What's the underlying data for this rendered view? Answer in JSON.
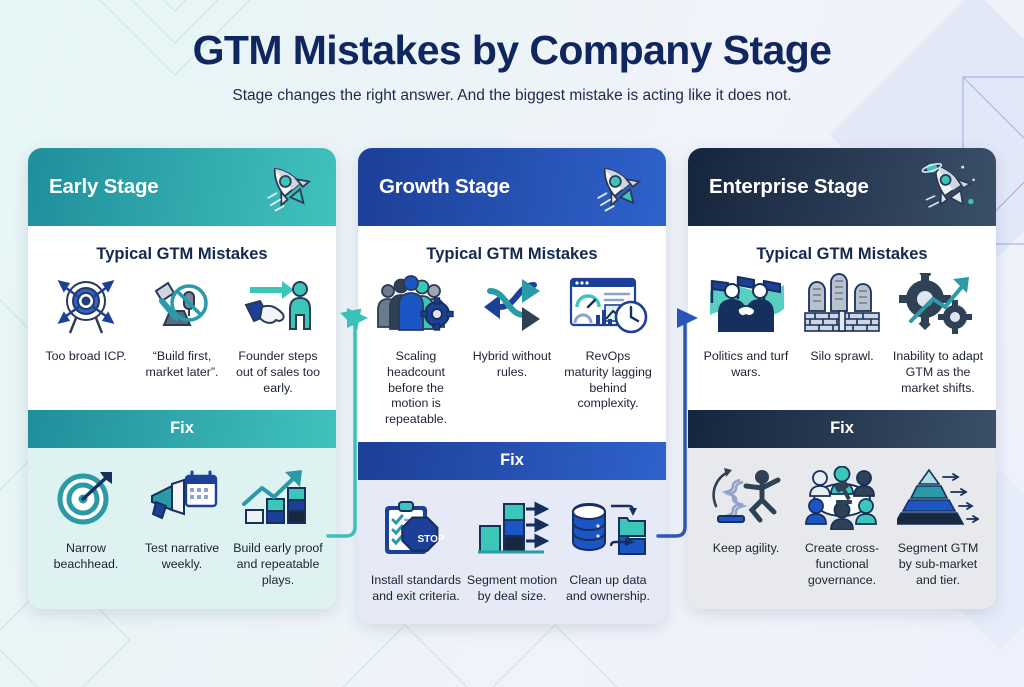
{
  "header": {
    "title": "GTM Mistakes by Company Stage",
    "subtitle": "Stage changes the right answer. And the biggest mistake is acting like it does not.",
    "title_color": "#10265e"
  },
  "labels": {
    "mistakes_heading": "Typical GTM Mistakes",
    "fix_heading": "Fix"
  },
  "cards": [
    {
      "stage": "Early Stage",
      "accent": "#2296a0",
      "rocket_icon": "rocket-icon",
      "mistakes_heading": "Typical GTM Mistakes",
      "mistakes": [
        {
          "icon": "target-arrows-icon",
          "caption": "Too broad ICP."
        },
        {
          "icon": "hammer-muted-mic-icon",
          "caption": "“Build first, market later”."
        },
        {
          "icon": "handshake-exit-icon",
          "caption": "Founder steps out of sales too early."
        }
      ],
      "fix_heading": "Fix",
      "fixes": [
        {
          "icon": "bullseye-dart-icon",
          "caption": "Narrow beachhead."
        },
        {
          "icon": "megaphone-calendar-icon",
          "caption": "Test narrative weekly."
        },
        {
          "icon": "growth-bars-arrow-icon",
          "caption": "Build early proof and repeatable plays."
        }
      ]
    },
    {
      "stage": "Growth Stage",
      "accent": "#1f47a0",
      "rocket_icon": "rocket-icon",
      "mistakes_heading": "Typical GTM Mistakes",
      "mistakes": [
        {
          "icon": "team-gear-icon",
          "caption": "Scaling headcount before the motion is repeatable."
        },
        {
          "icon": "crossing-arrows-icon",
          "caption": "Hybrid without rules."
        },
        {
          "icon": "dashboard-clock-icon",
          "caption": "RevOps maturity lagging behind complexity."
        }
      ],
      "fix_heading": "Fix",
      "fixes": [
        {
          "icon": "clipboard-stop-icon",
          "caption": "Install standards and exit criteria."
        },
        {
          "icon": "segment-blocks-icon",
          "caption": "Segment motion by deal size."
        },
        {
          "icon": "database-folders-icon",
          "caption": "Clean up data and ownership."
        }
      ]
    },
    {
      "stage": "Enterprise Stage",
      "accent": "#17283f",
      "rocket_icon": "rocket-planet-icon",
      "mistakes_heading": "Typical GTM Mistakes",
      "mistakes": [
        {
          "icon": "flags-handshake-icon",
          "caption": "Politics and turf wars."
        },
        {
          "icon": "silos-wall-icon",
          "caption": "Silo sprawl."
        },
        {
          "icon": "gears-arrow-icon",
          "caption": "Inability to adapt GTM as the market shifts."
        }
      ],
      "fix_heading": "Fix",
      "fixes": [
        {
          "icon": "agility-spring-icon",
          "caption": "Keep agility."
        },
        {
          "icon": "governance-table-icon",
          "caption": "Create cross-functional governance."
        },
        {
          "icon": "pyramid-tiers-icon",
          "caption": "Segment GTM by sub-market and tier."
        }
      ]
    }
  ],
  "connectors": [
    {
      "name": "early-to-growth-arrow",
      "color": "#3cbfb8"
    },
    {
      "name": "growth-to-enterprise-arrow",
      "color": "#2a55b8"
    }
  ]
}
